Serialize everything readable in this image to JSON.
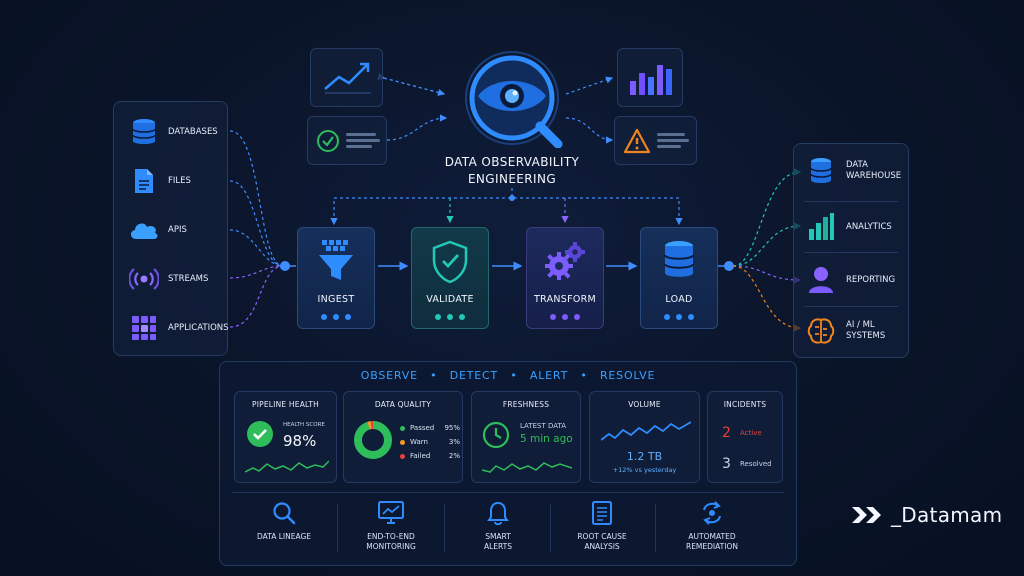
{
  "title": {
    "line1": "DATA OBSERVABILITY",
    "line2": "ENGINEERING"
  },
  "sources": [
    {
      "label": "DATABASES",
      "icon": "database-icon"
    },
    {
      "label": "FILES",
      "icon": "file-icon"
    },
    {
      "label": "APIS",
      "icon": "cloud-icon"
    },
    {
      "label": "STREAMS",
      "icon": "stream-icon"
    },
    {
      "label": "APPLICATIONS",
      "icon": "grid-apps-icon"
    }
  ],
  "stages": [
    {
      "label": "INGEST",
      "icon": "funnel-icon",
      "color": "#1f8dff"
    },
    {
      "label": "VALIDATE",
      "icon": "shield-check-icon",
      "color": "#22c7b5"
    },
    {
      "label": "TRANSFORM",
      "icon": "gears-icon",
      "color": "#7c5cff"
    },
    {
      "label": "LOAD",
      "icon": "database-icon",
      "color": "#1f8dff"
    }
  ],
  "outputs": [
    {
      "line1": "DATA",
      "line2": "WAREHOUSE",
      "icon": "database-icon"
    },
    {
      "line1": "ANALYTICS",
      "line2": "",
      "icon": "bar-chart-icon"
    },
    {
      "line1": "REPORTING",
      "line2": "",
      "icon": "user-icon"
    },
    {
      "line1": "AI / ML",
      "line2": "SYSTEMS",
      "icon": "brain-icon"
    }
  ],
  "banner": {
    "items": [
      "OBSERVE",
      "DETECT",
      "ALERT",
      "RESOLVE"
    ],
    "sep": "•"
  },
  "cards": {
    "health": {
      "title": "PIPELINE HEALTH",
      "score_label": "HEALTH SCORE",
      "score": "98%"
    },
    "quality": {
      "title": "DATA QUALITY",
      "rows": [
        {
          "label": "Passed",
          "value": "95%",
          "color": "#2ebd5a",
          "fraction": 0.95
        },
        {
          "label": "Warn",
          "value": "3%",
          "color": "#f59a23",
          "fraction": 0.03
        },
        {
          "label": "Failed",
          "value": "2%",
          "color": "#e8403a",
          "fraction": 0.02
        }
      ]
    },
    "freshness": {
      "title": "FRESHNESS",
      "label": "LATEST DATA",
      "value": "5 min ago"
    },
    "volume": {
      "title": "VOLUME",
      "value": "1.2 TB",
      "delta": "+12% vs yesterday"
    },
    "incidents": {
      "title": "INCIDENTS",
      "active_count": "2",
      "active_label": "Active",
      "resolved_count": "3",
      "resolved_label": "Resolved"
    }
  },
  "features": [
    {
      "line1": "DATA LINEAGE",
      "line2": "",
      "icon": "search-icon"
    },
    {
      "line1": "END-TO-END",
      "line2": "MONITORING",
      "icon": "monitor-icon"
    },
    {
      "line1": "SMART",
      "line2": "ALERTS",
      "icon": "bell-icon"
    },
    {
      "line1": "ROOT CAUSE",
      "line2": "ANALYSIS",
      "icon": "document-icon"
    },
    {
      "line1": "AUTOMATED",
      "line2": "REMEDIATION",
      "icon": "cycle-icon"
    }
  ],
  "brand": {
    "name": "_Datamam",
    "icon": "datamam-logo-icon"
  },
  "colors": {
    "accent": "#1f8dff",
    "teal": "#22c7b5",
    "purple": "#7c5cff",
    "orange": "#f0841f",
    "green": "#2ebd5a",
    "red": "#e8403a"
  }
}
